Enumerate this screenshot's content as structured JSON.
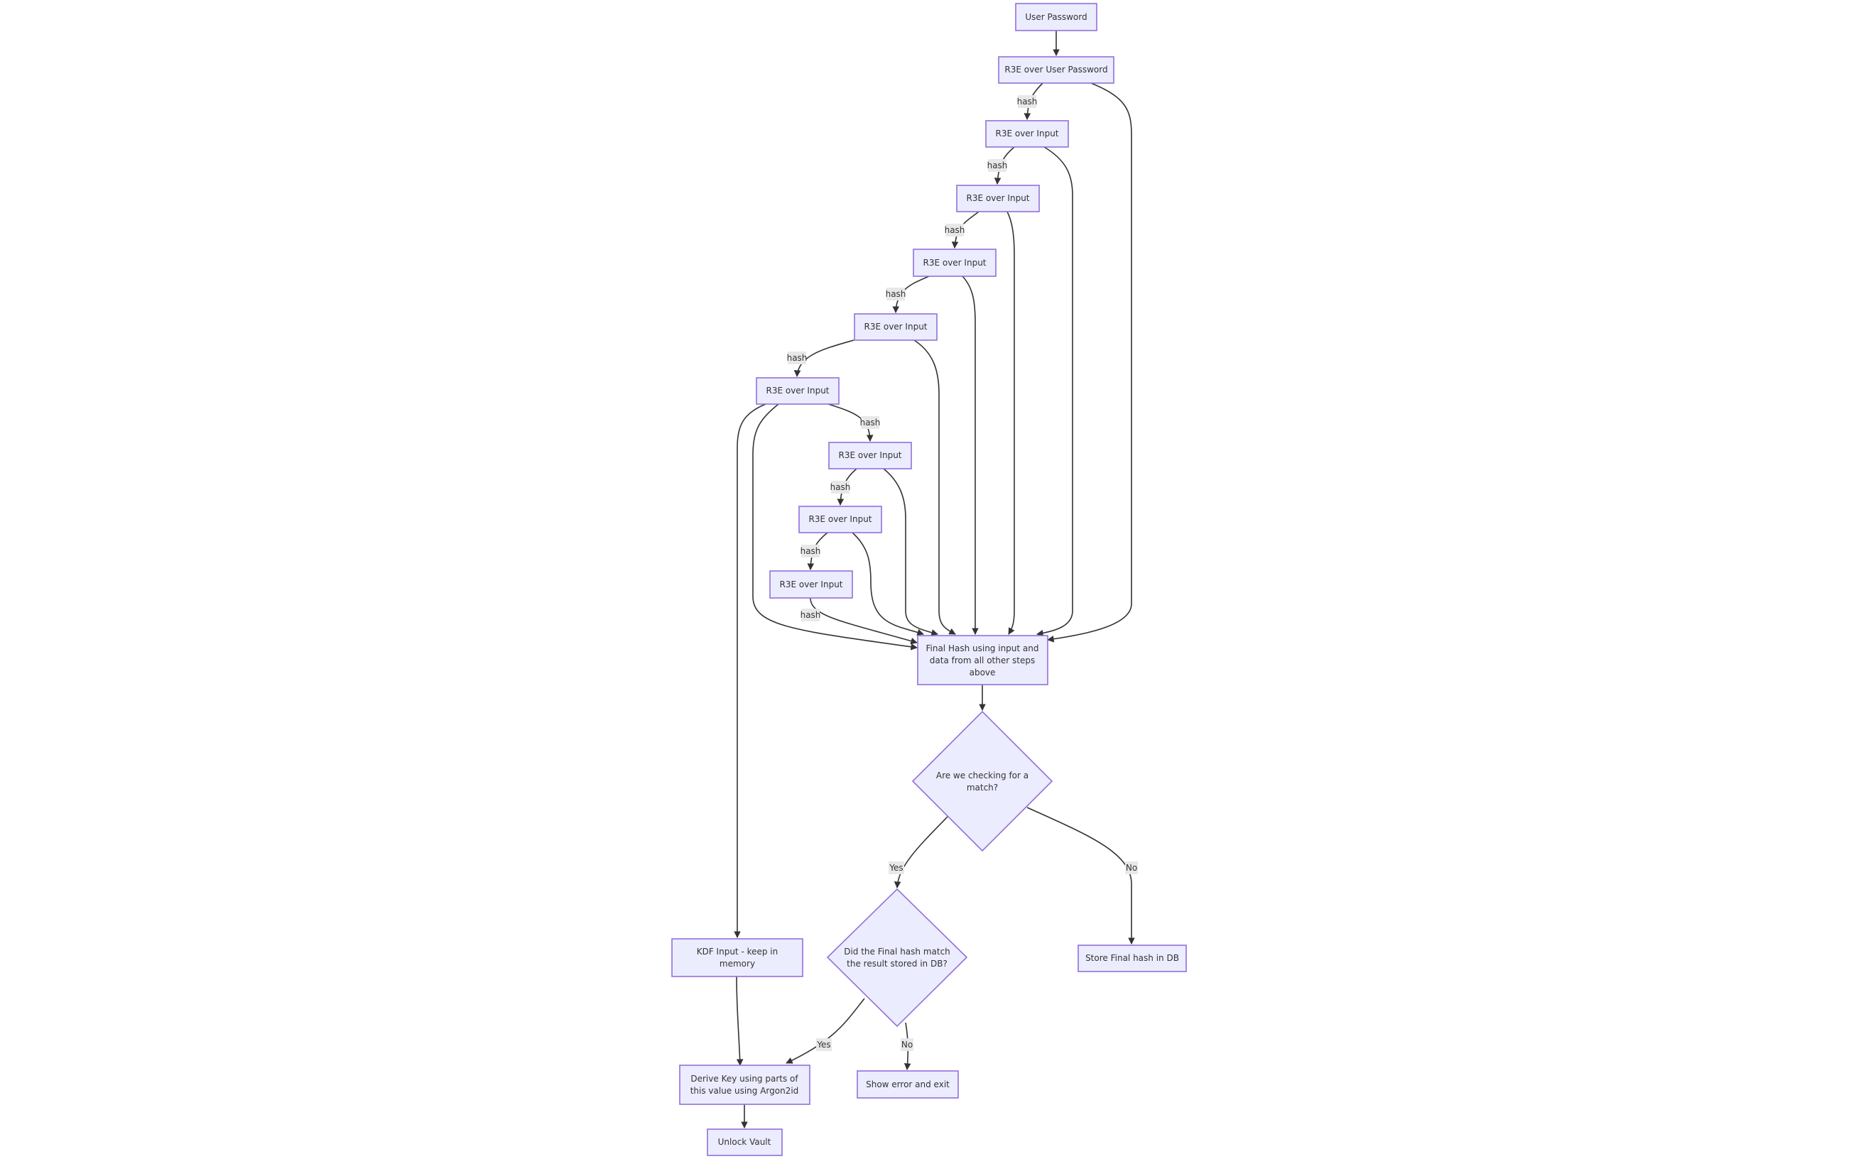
{
  "nodes": {
    "user_password": {
      "text": [
        "User Password"
      ]
    },
    "r3e_user_password": {
      "text": [
        "R3E over User Password"
      ]
    },
    "r3e_1": {
      "text": [
        "R3E over Input"
      ]
    },
    "r3e_2": {
      "text": [
        "R3E over Input"
      ]
    },
    "r3e_3": {
      "text": [
        "R3E over Input"
      ]
    },
    "r3e_4": {
      "text": [
        "R3E over Input"
      ]
    },
    "r3e_5": {
      "text": [
        "R3E over Input"
      ]
    },
    "r3e_6": {
      "text": [
        "R3E over Input"
      ]
    },
    "r3e_7": {
      "text": [
        "R3E over Input"
      ]
    },
    "r3e_8": {
      "text": [
        "R3E over Input"
      ]
    },
    "final_hash": {
      "text": [
        "Final Hash using input and",
        "data from all other steps",
        "above"
      ]
    },
    "checking_match": {
      "text": [
        "Are we checking for a",
        "match?"
      ]
    },
    "hash_match": {
      "text": [
        "Did the Final hash match",
        "the result stored in DB?"
      ]
    },
    "kdf_input": {
      "text": [
        "KDF Input - keep in",
        "memory"
      ]
    },
    "store_hash": {
      "text": [
        "Store Final hash in DB"
      ]
    },
    "derive_key": {
      "text": [
        "Derive Key using parts of",
        "this value using Argon2id"
      ]
    },
    "show_error": {
      "text": [
        "Show error and exit"
      ]
    },
    "unlock_vault": {
      "text": [
        "Unlock Vault"
      ]
    }
  },
  "edge_labels": {
    "hash_1": "hash",
    "hash_2": "hash",
    "hash_3": "hash",
    "hash_4": "hash",
    "hash_5": "hash",
    "hash_6": "hash",
    "hash_7": "hash",
    "hash_8": "hash",
    "hash_final": "hash",
    "yes_match": "Yes",
    "no_store": "No",
    "yes_derive": "Yes",
    "no_error": "No"
  },
  "colors": {
    "node_fill": "#ECECFF",
    "node_stroke": "#9370DB",
    "edge": "#333333",
    "label_bg": "#E8E8E8"
  }
}
